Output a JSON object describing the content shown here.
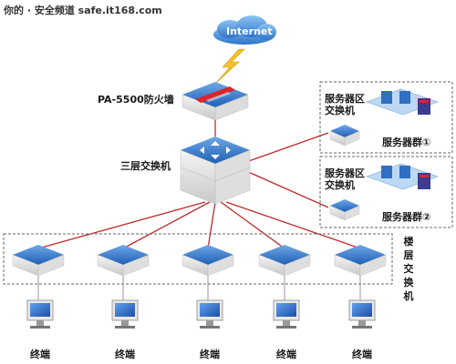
{
  "watermark": "你的 · 安全频道 safe.it168.com",
  "cloud_label": "Internet",
  "firewall_label": "PA-5500防火墙",
  "core_switch_label": "三层交换机",
  "server_zones": [
    {
      "switch_label": "服务器区\n交换机",
      "group_label": "服务器群①"
    },
    {
      "switch_label": "服务器区\n交换机",
      "group_label": "服务器群②"
    }
  ],
  "floor_switch_label": "楼层交换机",
  "terminal_label": "终端",
  "terminals": [
    "终端",
    "终端",
    "终端",
    "终端",
    "终端"
  ],
  "colors": {
    "link_red": "#c0282a",
    "switch_blue": "#2f6fc4",
    "cloud_blue": "#3f86d6",
    "dashed": "#666666",
    "lightning": "#f2c12e"
  }
}
